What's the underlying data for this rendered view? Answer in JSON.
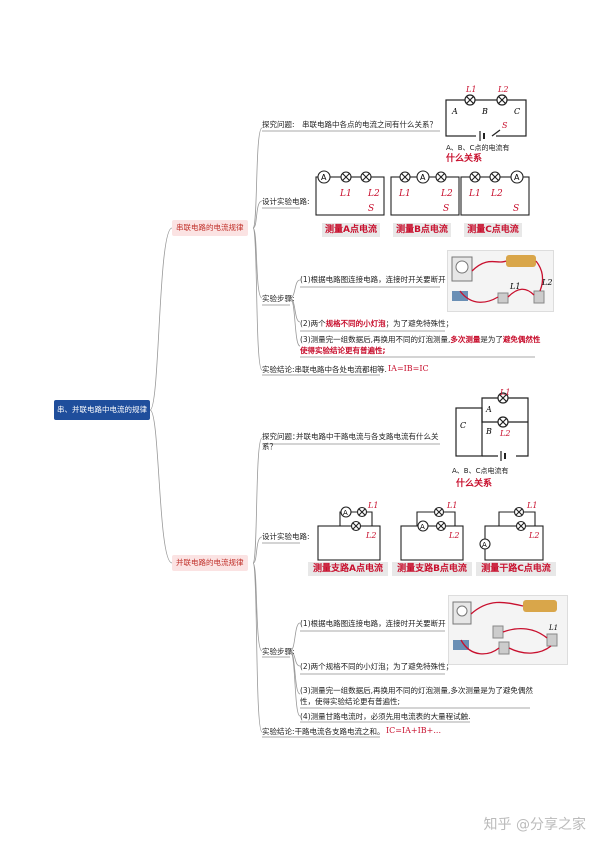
{
  "root": "串、并联电路中电流的规律",
  "series": {
    "title": "串联电路的电流规律",
    "explore_label": "探究问题:",
    "explore_text": "串联电路中各点的电流之间有什么关系？",
    "explore_caption_a": "A、B、C点的电流有",
    "explore_caption_b": "什么关系",
    "design_label": "设计实验电路:",
    "cap_a": "测量A点电流",
    "cap_b": "测量B点电流",
    "cap_c": "测量C点电流",
    "steps_label": "实验步骤:",
    "step1": "(1)根据电路图连接电路，连接时开关要断开",
    "step2_pre": "(2)两个",
    "step2_red": "规格不同的小灯泡",
    "step2_post": "；为了避免特殊性；",
    "step3_line1_pre": "(3)测量完一组数据后,再换用不同的灯泡测量,",
    "step3_line1_red": "多次测量",
    "step3_line1_mid": "是为了",
    "step3_line1_red2": "避免偶然性",
    "step3_line2": "使得实验结论更有普遍性;",
    "conclusion": "实验结论:串联电路中各处电流都相等.",
    "formula": "IA=IB=IC"
  },
  "parallel": {
    "title": "并联电路的电流规律",
    "explore_label": "探究问题：",
    "explore_text_1": "并联电路中干路电流与各支路电流有什么关",
    "explore_text_2": "系？",
    "explore_caption_a": "A、B、C点电流有",
    "explore_caption_b": "什么关系",
    "design_label": "设计实验电路:",
    "cap_a": "测量支路A点电流",
    "cap_b": "测量支路B点电流",
    "cap_c": "测量干路C点电流",
    "steps_label": "实验步骤:",
    "step1": "(1)根据电路图连接电路，连接时开关要断开",
    "step2": "(2)两个规格不同的小灯泡；为了避免特殊性；",
    "step3_line1": "(3)测量完一组数据后,再换用不同的灯泡测量,多次测量是为了避免偶然",
    "step3_line2": "性，使得实验结论更有普遍性;",
    "step4": "(4)测量甘路电流时，必须先用电流表的大量程试触.",
    "conclusion": "实验结论:干路电流各支路电流之和。",
    "formula": "IC=IA+IB+..."
  },
  "symbols": {
    "L1": "L1",
    "L2": "L2",
    "S": "S",
    "A": "A",
    "B": "B",
    "C": "C"
  },
  "watermark": "知乎 @分享之家"
}
